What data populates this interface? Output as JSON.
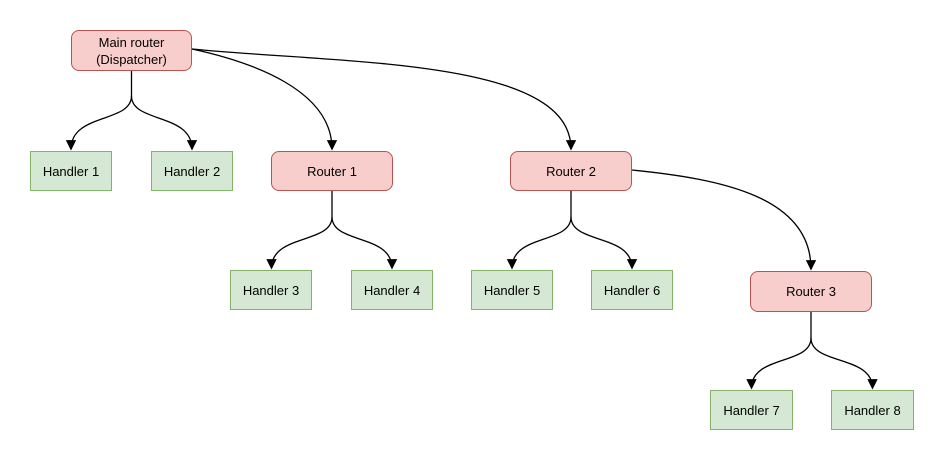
{
  "diagram": {
    "nodes": {
      "main_router": {
        "type": "router",
        "label": "Main router",
        "sublabel": "(Dispatcher)"
      },
      "router_1": {
        "type": "router",
        "label": "Router 1"
      },
      "router_2": {
        "type": "router",
        "label": "Router 2"
      },
      "router_3": {
        "type": "router",
        "label": "Router 3"
      },
      "handler_1": {
        "type": "handler",
        "label": "Handler 1"
      },
      "handler_2": {
        "type": "handler",
        "label": "Handler 2"
      },
      "handler_3": {
        "type": "handler",
        "label": "Handler 3"
      },
      "handler_4": {
        "type": "handler",
        "label": "Handler 4"
      },
      "handler_5": {
        "type": "handler",
        "label": "Handler 5"
      },
      "handler_6": {
        "type": "handler",
        "label": "Handler 6"
      },
      "handler_7": {
        "type": "handler",
        "label": "Handler 7"
      },
      "handler_8": {
        "type": "handler",
        "label": "Handler 8"
      }
    },
    "edges": [
      {
        "from": "main_router",
        "to": "handler_1"
      },
      {
        "from": "main_router",
        "to": "handler_2"
      },
      {
        "from": "main_router",
        "to": "router_1"
      },
      {
        "from": "main_router",
        "to": "router_2"
      },
      {
        "from": "router_1",
        "to": "handler_3"
      },
      {
        "from": "router_1",
        "to": "handler_4"
      },
      {
        "from": "router_2",
        "to": "handler_5"
      },
      {
        "from": "router_2",
        "to": "handler_6"
      },
      {
        "from": "router_2",
        "to": "router_3"
      },
      {
        "from": "router_3",
        "to": "handler_7"
      },
      {
        "from": "router_3",
        "to": "handler_8"
      }
    ],
    "colors": {
      "background": "#ffffff",
      "router_fill": "#f8cecc",
      "router_stroke": "#b85450",
      "handler_fill": "#d5e8d4",
      "handler_stroke": "#82b366",
      "edge_stroke": "#000000",
      "text": "#000000"
    }
  }
}
